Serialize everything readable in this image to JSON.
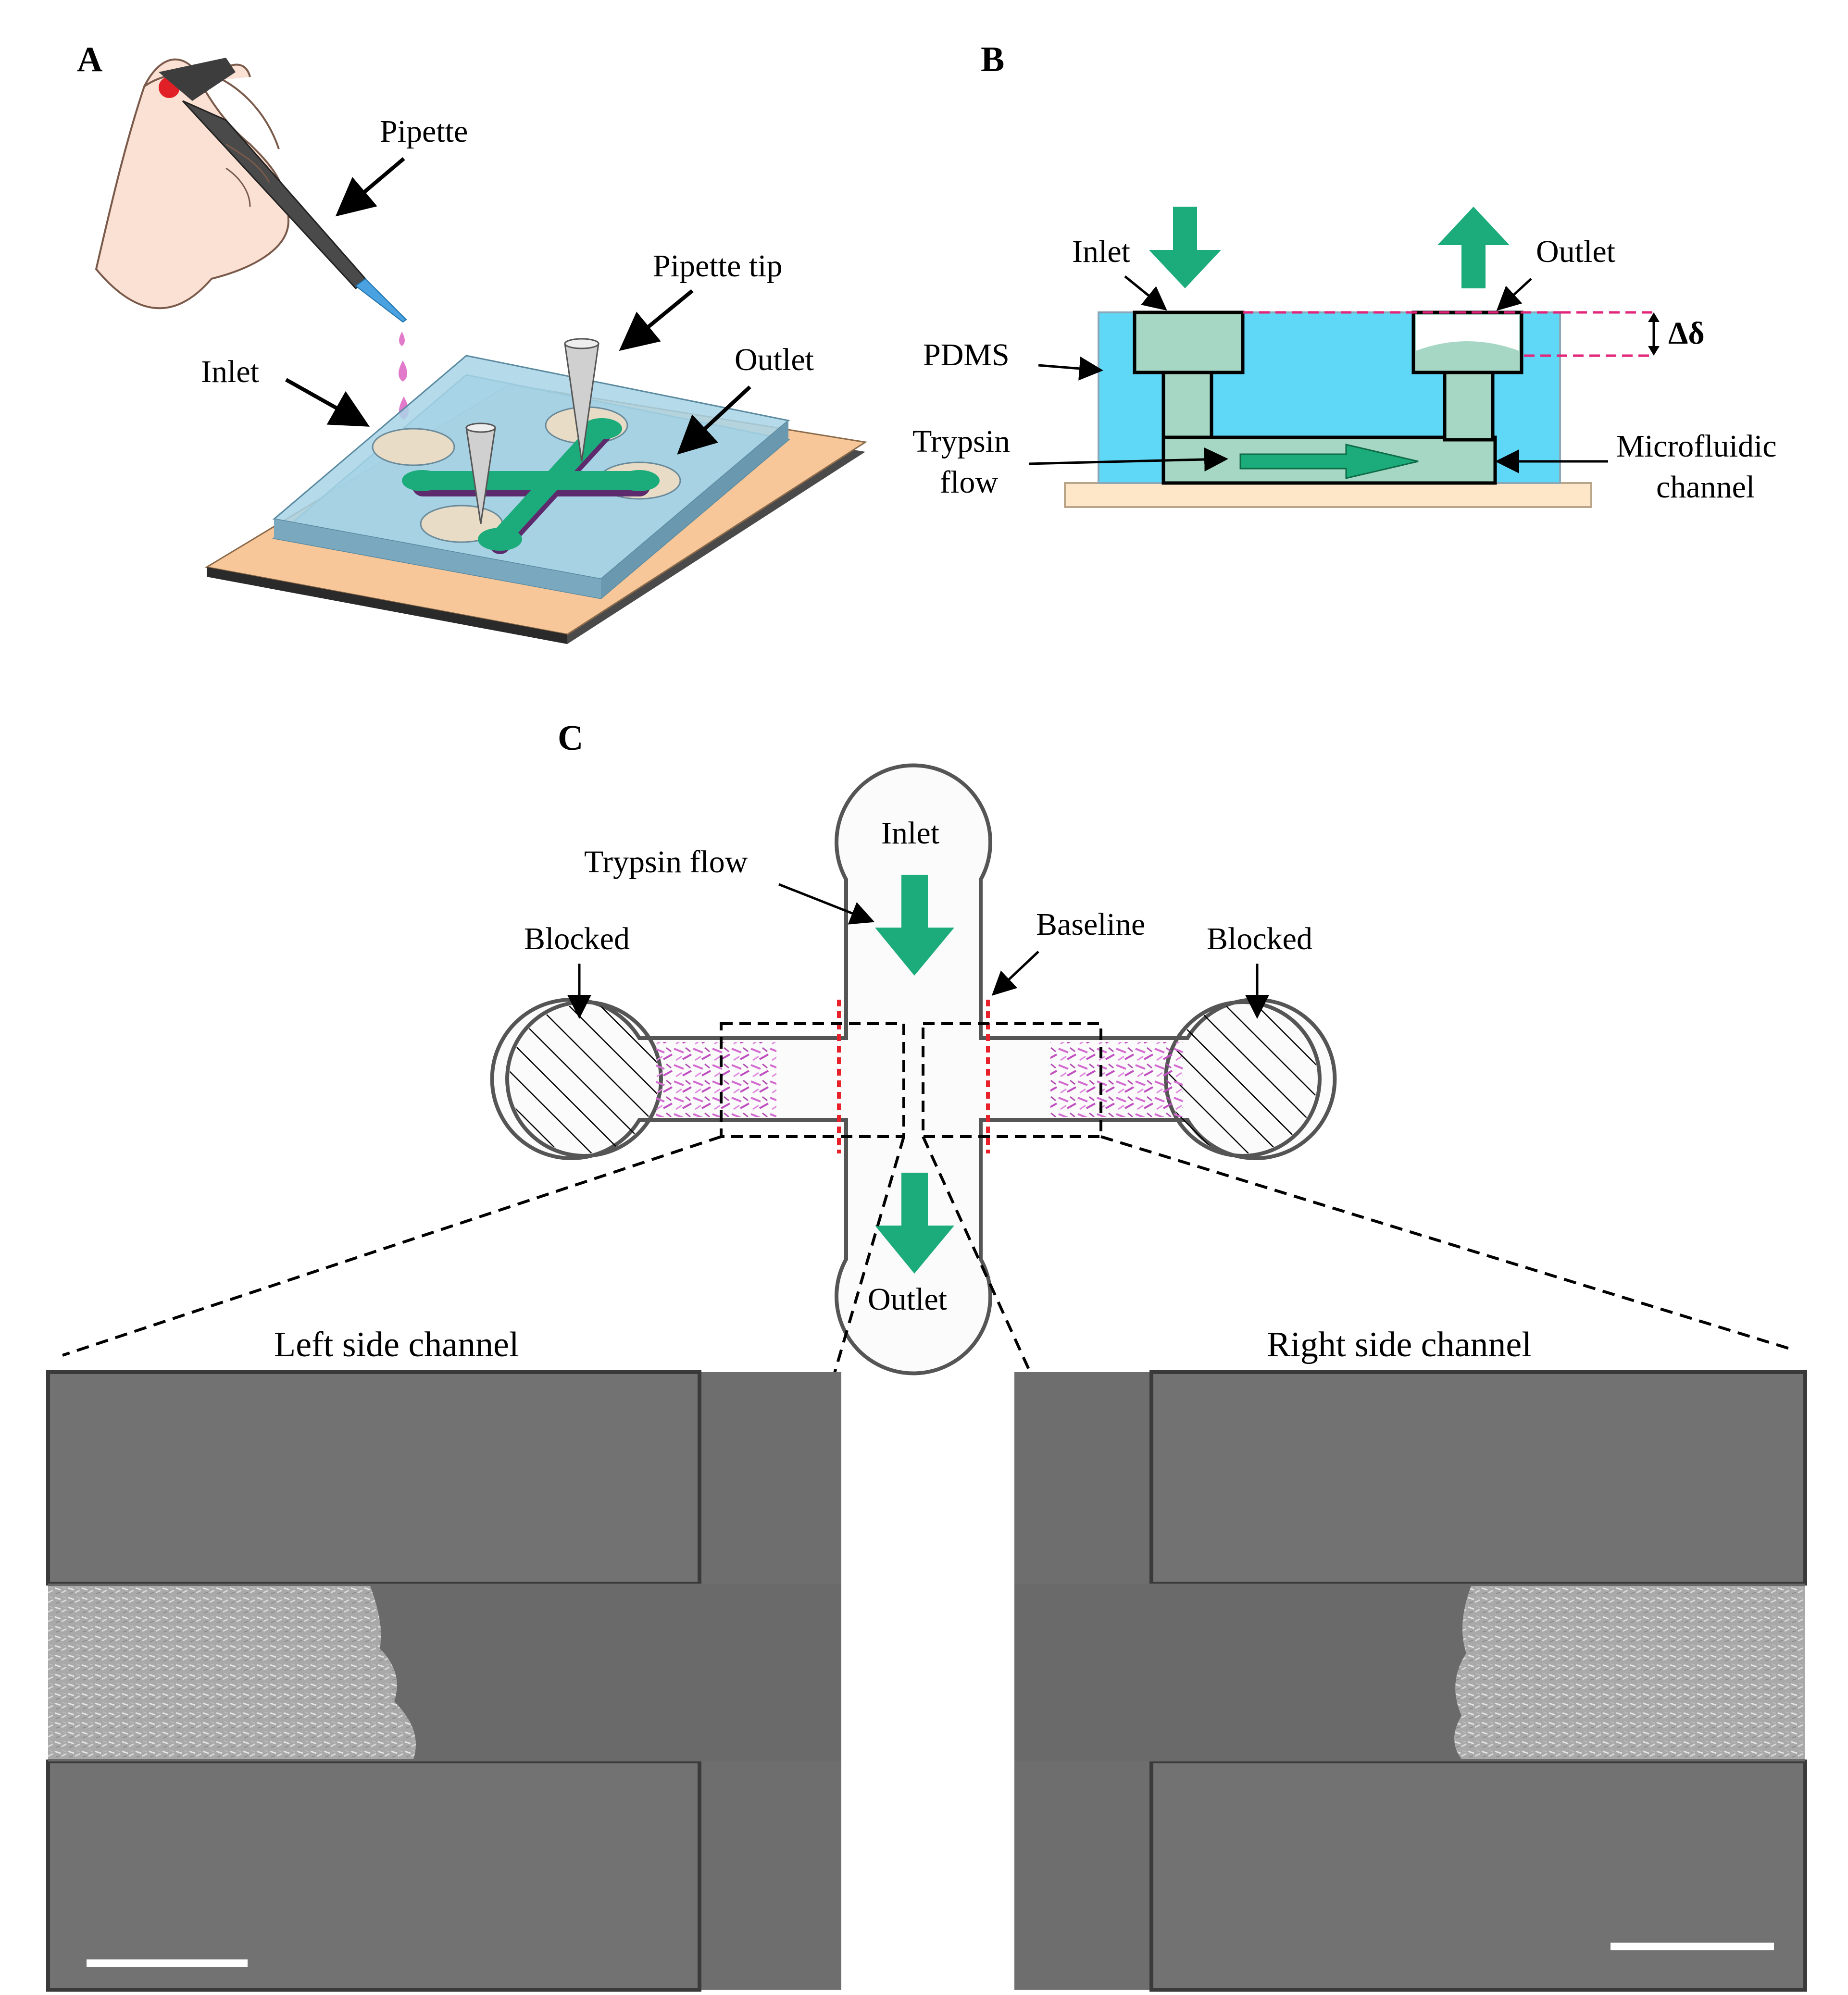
{
  "panels": {
    "a": {
      "letter": "A",
      "labels": {
        "pipette": "Pipette",
        "pipette_tip": "Pipette tip",
        "inlet": "Inlet",
        "outlet": "Outlet"
      }
    },
    "b": {
      "letter": "B",
      "labels": {
        "inlet": "Inlet",
        "outlet": "Outlet",
        "pdms": "PDMS",
        "trypsin_line1": "Trypsin",
        "trypsin_line2": "flow",
        "microfluidic_line1": "Microfluidic",
        "microfluidic_line2": "channel",
        "delta": "Δδ"
      }
    },
    "c": {
      "letter": "C",
      "labels": {
        "inlet": "Inlet",
        "outlet": "Outlet",
        "trypsin_flow": "Trypsin flow",
        "baseline": "Baseline",
        "blocked_left": "Blocked",
        "blocked_right": "Blocked",
        "left_channel": "Left side channel",
        "right_channel": "Right side channel"
      }
    }
  },
  "colors": {
    "pdms_blue": "#5fd8f7",
    "channel_green": "#a6d6c4",
    "flow_arrow_green": "#0aa56a",
    "device_green": "#1cab7a",
    "baseline_red": "#e8202a",
    "cells_pink": "#d46bd0",
    "micrograph_gray": "#6e6e6e"
  }
}
